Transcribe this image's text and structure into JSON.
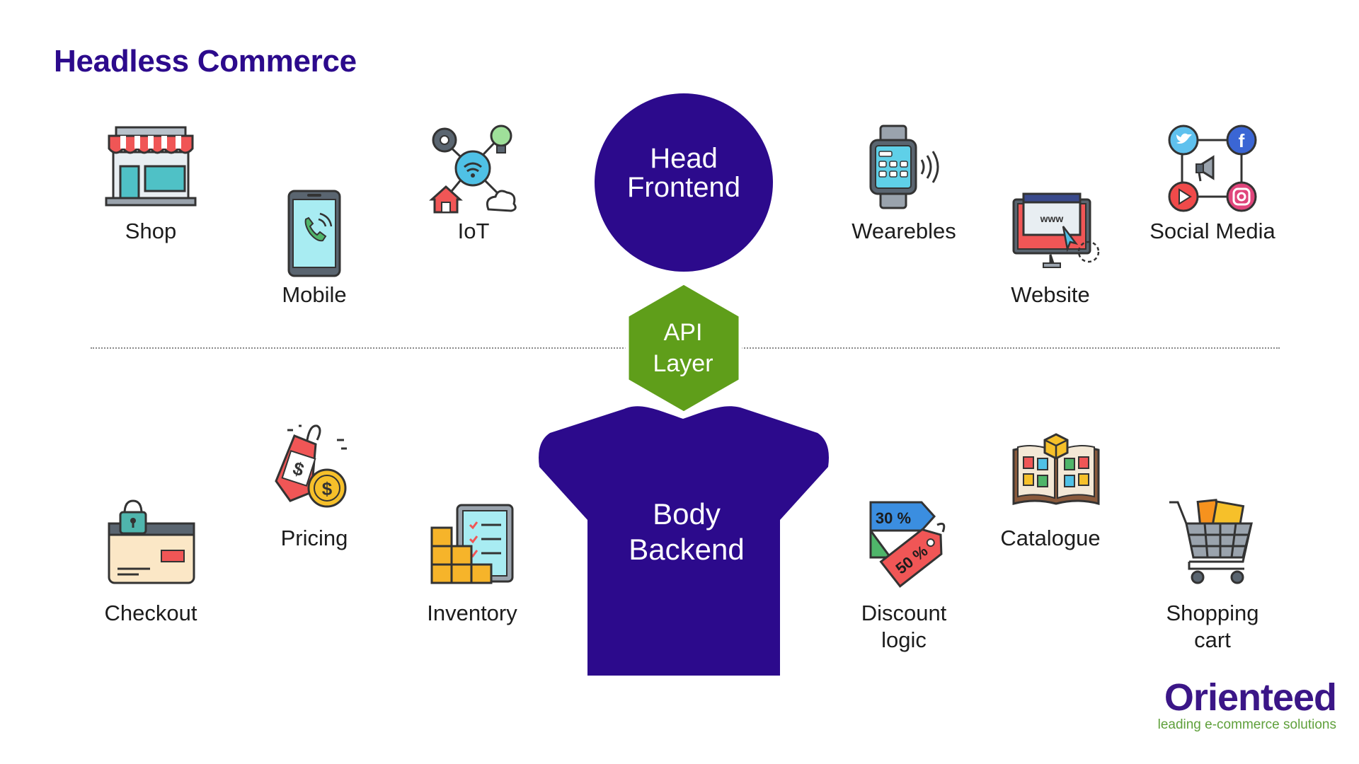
{
  "title": "Headless Commerce",
  "frontend_items": [
    {
      "label": "Shop",
      "icon": "storefront-icon"
    },
    {
      "label": "Mobile",
      "icon": "smartphone-icon"
    },
    {
      "label": "IoT",
      "icon": "iot-network-icon"
    },
    {
      "label": "Wearebles",
      "icon": "smartwatch-icon"
    },
    {
      "label": "Website",
      "icon": "browser-monitor-icon"
    },
    {
      "label": "Social Media",
      "icon": "social-media-icon"
    }
  ],
  "backend_items": [
    {
      "label": "Checkout",
      "icon": "credit-card-lock-icon"
    },
    {
      "label": "Pricing",
      "icon": "price-tag-coin-icon"
    },
    {
      "label": "Inventory",
      "icon": "inventory-checklist-icon"
    },
    {
      "label": "Discount logic",
      "line1": "Discount",
      "line2": "logic",
      "icon": "discount-tags-icon",
      "tag_text_1": "30 %",
      "tag_text_2": "50 %"
    },
    {
      "label": "Catalogue",
      "icon": "catalogue-book-icon"
    },
    {
      "label": "Shopping cart",
      "line1": "Shopping",
      "line2": "cart",
      "icon": "shopping-cart-icon"
    }
  ],
  "head": {
    "line1": "Head",
    "line2": "Frontend"
  },
  "api": {
    "line1": "API",
    "line2": "Layer"
  },
  "body": {
    "line1": "Body",
    "line2": "Backend"
  },
  "colors": {
    "title": "#2c0a8c",
    "head_body_fill": "#2c0a8c",
    "api_fill": "#5f9e1a",
    "logo_text": "#3b1687",
    "logo_tagline": "#5fa03b"
  },
  "logo": {
    "name": "Orienteed",
    "tagline": "leading e-commerce solutions"
  }
}
